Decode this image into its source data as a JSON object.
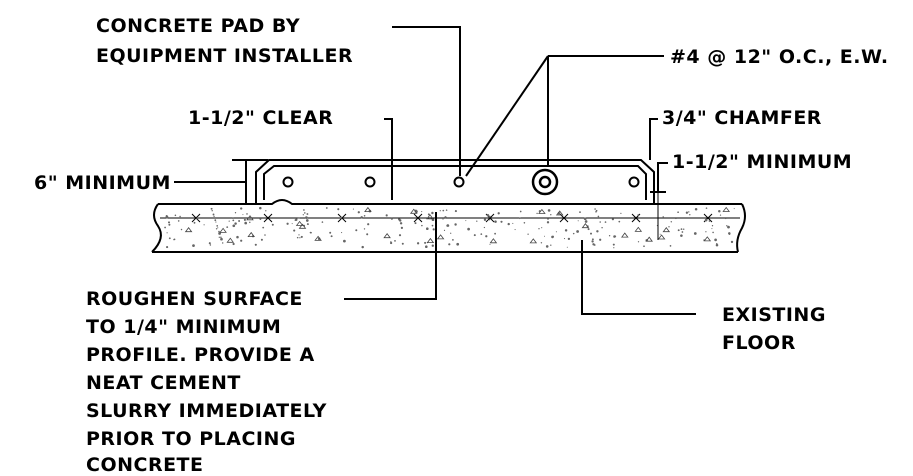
{
  "labels": {
    "pad_line1": "CONCRETE PAD BY",
    "pad_line2": "EQUIPMENT INSTALLER",
    "rebar": "#4 @ 12\" O.C., E.W.",
    "clear": "1-1/2\" CLEAR",
    "chamfer": "3/4\" CHAMFER",
    "min_six": "6\" MINIMUM",
    "min_cover": "1-1/2\" MINIMUM",
    "roughen": [
      "ROUGHEN SURFACE",
      "TO 1/4\" MINIMUM",
      "PROFILE.  PROVIDE A",
      "NEAT CEMENT",
      "SLURRY IMMEDIATELY",
      "PRIOR TO PLACING",
      "CONCRETE"
    ],
    "floor_line1": "EXISTING",
    "floor_line2": "FLOOR"
  }
}
